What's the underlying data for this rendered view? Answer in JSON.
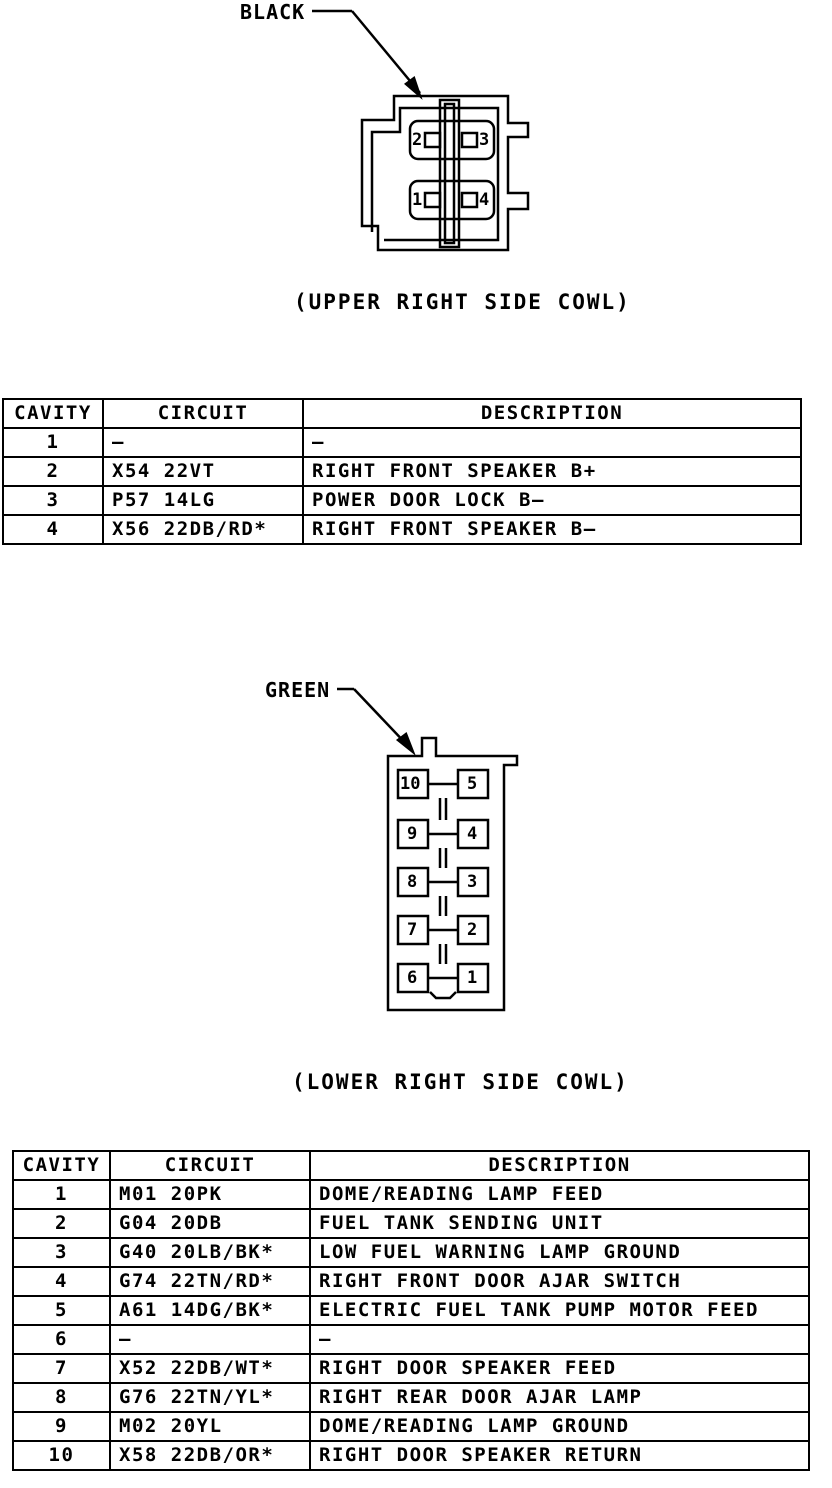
{
  "connector_upper": {
    "color_label": "BLACK",
    "caption": "(UPPER RIGHT SIDE COWL)",
    "pins": [
      "1",
      "2",
      "3",
      "4"
    ],
    "table": {
      "headers": [
        "CAVITY",
        "CIRCUIT",
        "DESCRIPTION"
      ],
      "rows": [
        [
          "1",
          "—",
          "—"
        ],
        [
          "2",
          "X54 22VT",
          "RIGHT FRONT SPEAKER B+"
        ],
        [
          "3",
          "P57 14LG",
          "POWER DOOR LOCK B—"
        ],
        [
          "4",
          "X56 22DB/RD*",
          "RIGHT FRONT SPEAKER B—"
        ]
      ]
    }
  },
  "connector_lower": {
    "color_label": "GREEN",
    "caption": "(LOWER RIGHT SIDE COWL)",
    "pins": [
      "1",
      "2",
      "3",
      "4",
      "5",
      "6",
      "7",
      "8",
      "9",
      "10"
    ],
    "table": {
      "headers": [
        "CAVITY",
        "CIRCUIT",
        "DESCRIPTION"
      ],
      "rows": [
        [
          "1",
          "M01 20PK",
          "DOME/READING LAMP FEED"
        ],
        [
          "2",
          "G04 20DB",
          "FUEL TANK SENDING UNIT"
        ],
        [
          "3",
          "G40 20LB/BK*",
          "LOW FUEL WARNING LAMP GROUND"
        ],
        [
          "4",
          "G74 22TN/RD*",
          "RIGHT FRONT DOOR AJAR SWITCH"
        ],
        [
          "5",
          "A61 14DG/BK*",
          "ELECTRIC FUEL TANK PUMP MOTOR FEED"
        ],
        [
          "6",
          "—",
          "—"
        ],
        [
          "7",
          "X52 22DB/WT*",
          "RIGHT DOOR SPEAKER FEED"
        ],
        [
          "8",
          "G76 22TN/YL*",
          "RIGHT REAR DOOR AJAR LAMP"
        ],
        [
          "9",
          "M02 20YL",
          "DOME/READING LAMP GROUND"
        ],
        [
          "10",
          "X58 22DB/OR*",
          "RIGHT DOOR SPEAKER RETURN"
        ]
      ]
    }
  }
}
